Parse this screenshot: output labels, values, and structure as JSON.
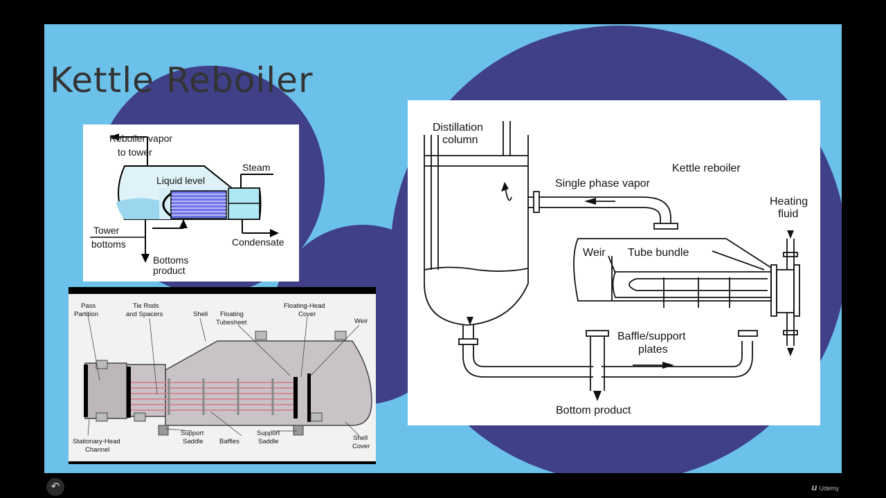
{
  "slide": {
    "title": "Kettle Reboiler"
  },
  "diagram_small": {
    "labels": {
      "vapor1": "Reboiler vapor",
      "vapor2": "to tower",
      "steam": "Steam",
      "liquid_level": "Liquid level",
      "tower1": "Tower",
      "tower2": "bottoms",
      "condensate": "Condensate",
      "bottoms1": "Bottoms",
      "bottoms2": "product"
    }
  },
  "diagram_cutaway": {
    "labels": {
      "pass1": "Pass",
      "pass2": "Partition",
      "tie1": "Tie Rods",
      "tie2": "and Spacers",
      "shell": "Shell",
      "floating_tube1": "Floating",
      "floating_tube2": "Tubesheet",
      "floating_head1": "Floating-Head",
      "floating_head2": "Cover",
      "weir": "Weir",
      "stationary1": "Stationary-Head",
      "stationary2": "Channel",
      "support_a1": "Support",
      "support_a2": "Saddle",
      "baffles": "Baffles",
      "support_b1": "Support",
      "support_b2": "Saddle",
      "shell_cover1": "Shell",
      "shell_cover2": "Cover"
    }
  },
  "diagram_main": {
    "labels": {
      "distillation1": "Distillation",
      "distillation2": "column",
      "kettle": "Kettle reboiler",
      "single_phase": "Single phase vapor",
      "heating1": "Heating",
      "heating2": "fluid",
      "weir": "Weir",
      "tube_bundle": "Tube bundle",
      "baffle1": "Baffle/support",
      "baffle2": "plates",
      "bottom_product": "Bottom product"
    }
  },
  "footer": {
    "back_icon": "↶",
    "brand_mark": "u",
    "brand_name": "Udemy"
  }
}
